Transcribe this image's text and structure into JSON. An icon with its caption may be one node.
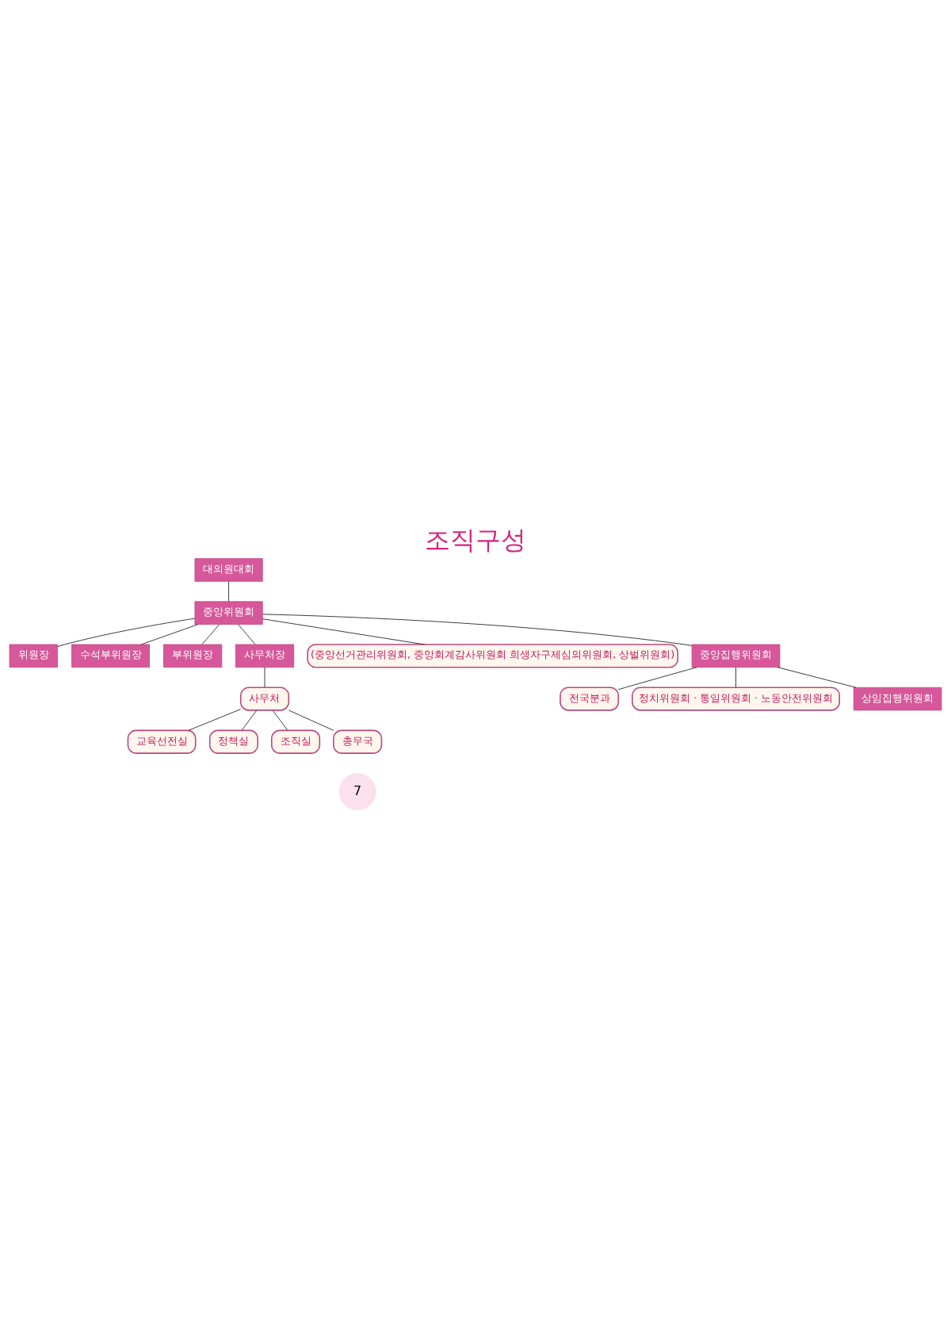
{
  "diagram": {
    "title": "조직구성",
    "nodes": [
      {
        "text": [
          "대의원대회"
        ]
      },
      {
        "text": [
          "중앙위원회"
        ]
      },
      {
        "text": [
          "위원장"
        ]
      },
      {
        "text": [
          "수석부위원장"
        ]
      },
      {
        "text": [
          "부위원장"
        ]
      },
      {
        "text": [
          "사무처장"
        ]
      },
      {
        "text": [
          "사무처"
        ]
      },
      {
        "text": [
          "(중앙선거관리위원회, 중앙회계감사위원회 희생자구제심의위원회, 상벌위원회)"
        ]
      },
      {
        "text": [
          "중앙집행위원회"
        ]
      },
      {
        "text": [
          "전국분과"
        ]
      },
      {
        "text": [
          "정치위원회 · 통일위원회 · 노동안전위원회"
        ]
      },
      {
        "text": [
          "상임집행위원회"
        ]
      },
      {
        "text": [
          "교육선전실"
        ]
      },
      {
        "text": [
          "정책실"
        ]
      },
      {
        "text": [
          "조직실"
        ]
      },
      {
        "text": [
          "총무국"
        ]
      }
    ],
    "edges": [
      {
        "from": 0,
        "to": 1,
        "arrow": "none"
      },
      {
        "from": 1,
        "to": 2,
        "arrow": "none"
      },
      {
        "from": 1,
        "to": 3,
        "arrow": "none"
      },
      {
        "from": 1,
        "to": 4,
        "arrow": "none"
      },
      {
        "from": 1,
        "to": 5,
        "arrow": "none"
      },
      {
        "from": 5,
        "to": 6,
        "arrow": "none"
      },
      {
        "from": 1,
        "to": 7,
        "arrow": "none"
      },
      {
        "from": 1,
        "to": 8,
        "arrow": "none"
      },
      {
        "from": 8,
        "to": 9,
        "arrow": "none"
      },
      {
        "from": 8,
        "to": 10,
        "arrow": "none"
      },
      {
        "from": 8,
        "to": 11,
        "arrow": "none"
      },
      {
        "from": 6,
        "to": 12,
        "arrow": "none"
      },
      {
        "from": 6,
        "to": 13,
        "arrow": "none"
      },
      {
        "from": 6,
        "to": 14,
        "arrow": "none"
      },
      {
        "from": 6,
        "to": 15,
        "arrow": "none"
      }
    ],
    "labels": [
      "7"
    ]
  }
}
